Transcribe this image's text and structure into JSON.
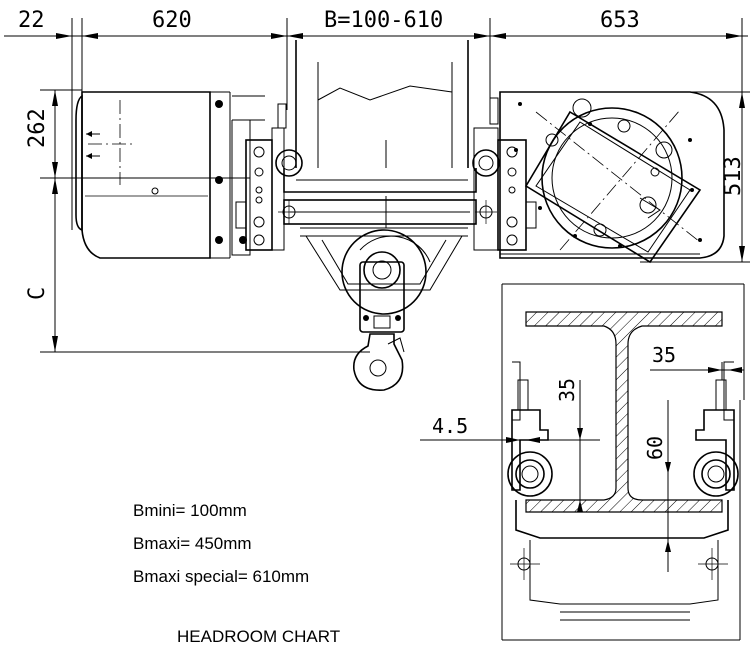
{
  "dimensions": {
    "top_left_offset": "22",
    "left_body": "620",
    "beam_range": "B=100-610",
    "right_body": "653",
    "vertical_top": "262",
    "vertical_height": "513",
    "vertical_c": "C",
    "detail_35_top": "35",
    "detail_35_left": "35",
    "detail_45": "4.5",
    "detail_60": "60"
  },
  "notes": {
    "bmini": "Bmini= 100mm",
    "bmaxi": "Bmaxi= 450mm",
    "bmaxi_special": "Bmaxi special= 610mm",
    "chart_title": "HEADROOM CHART"
  }
}
